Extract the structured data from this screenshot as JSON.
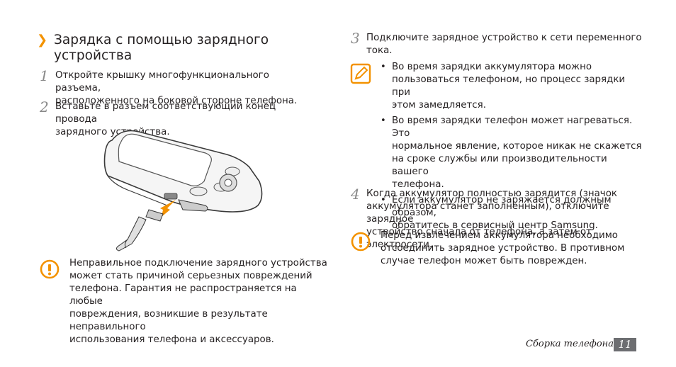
{
  "section": {
    "title_line1": "Зарядка с помощью зарядного",
    "title_line2": "устройства"
  },
  "left_steps": [
    {
      "num": "1",
      "line1": "Откройте крышку многофункционального разъема,",
      "line2": "расположенного на боковой стороне телефона."
    },
    {
      "num": "2",
      "line1": "Вставьте в разъем соответствующий конец провода",
      "line2": "зарядного устройства."
    }
  ],
  "warning_left": {
    "icon": "warning-exclamation-icon",
    "lines": [
      "Неправильное подключение зарядного устройства",
      "может стать причиной серьезных повреждений",
      "телефона. Гарантия не распространяется на любые",
      "повреждения, возникшие в результате неправильного",
      "использования телефона и аксессуаров."
    ]
  },
  "step3": {
    "num": "3",
    "line1": "Подключите зарядное устройство к сети переменного",
    "line2": "тока."
  },
  "note": {
    "icon": "note-pencil-icon",
    "bullets": [
      {
        "lines": [
          "Во время зарядки аккумулятора можно",
          "пользоваться телефоном, но процесс зарядки при",
          "этом замедляется."
        ]
      },
      {
        "lines": [
          "Во время зарядки телефон может нагреваться. Это",
          "нормальное явление, которое никак не скажется",
          "на сроке службы или производительности вашего",
          "телефона."
        ]
      },
      {
        "lines": [
          "Если аккумулятор не заряжается должным образом,",
          "обратитесь в сервисный центр Samsung."
        ]
      }
    ]
  },
  "step4": {
    "num": "4",
    "lines": [
      "Когда аккумулятор полностью зарядится (значок",
      "аккумулятора станет заполненным), отключите зарядное",
      "устройство сначала от телефона, а затем от электросети."
    ]
  },
  "warning_right": {
    "icon": "warning-exclamation-icon",
    "lines": [
      "Перед извлечением аккумулятора необходимо",
      "отсоединить зарядное устройство. В противном",
      "случае телефон может быть поврежден."
    ]
  },
  "footer": {
    "label": "Сборка телефона",
    "page": "11"
  },
  "colors": {
    "accent": "#f39200",
    "text": "#231f20",
    "step_number": "#8a8a8a",
    "page_badge": "#6d6e71"
  }
}
